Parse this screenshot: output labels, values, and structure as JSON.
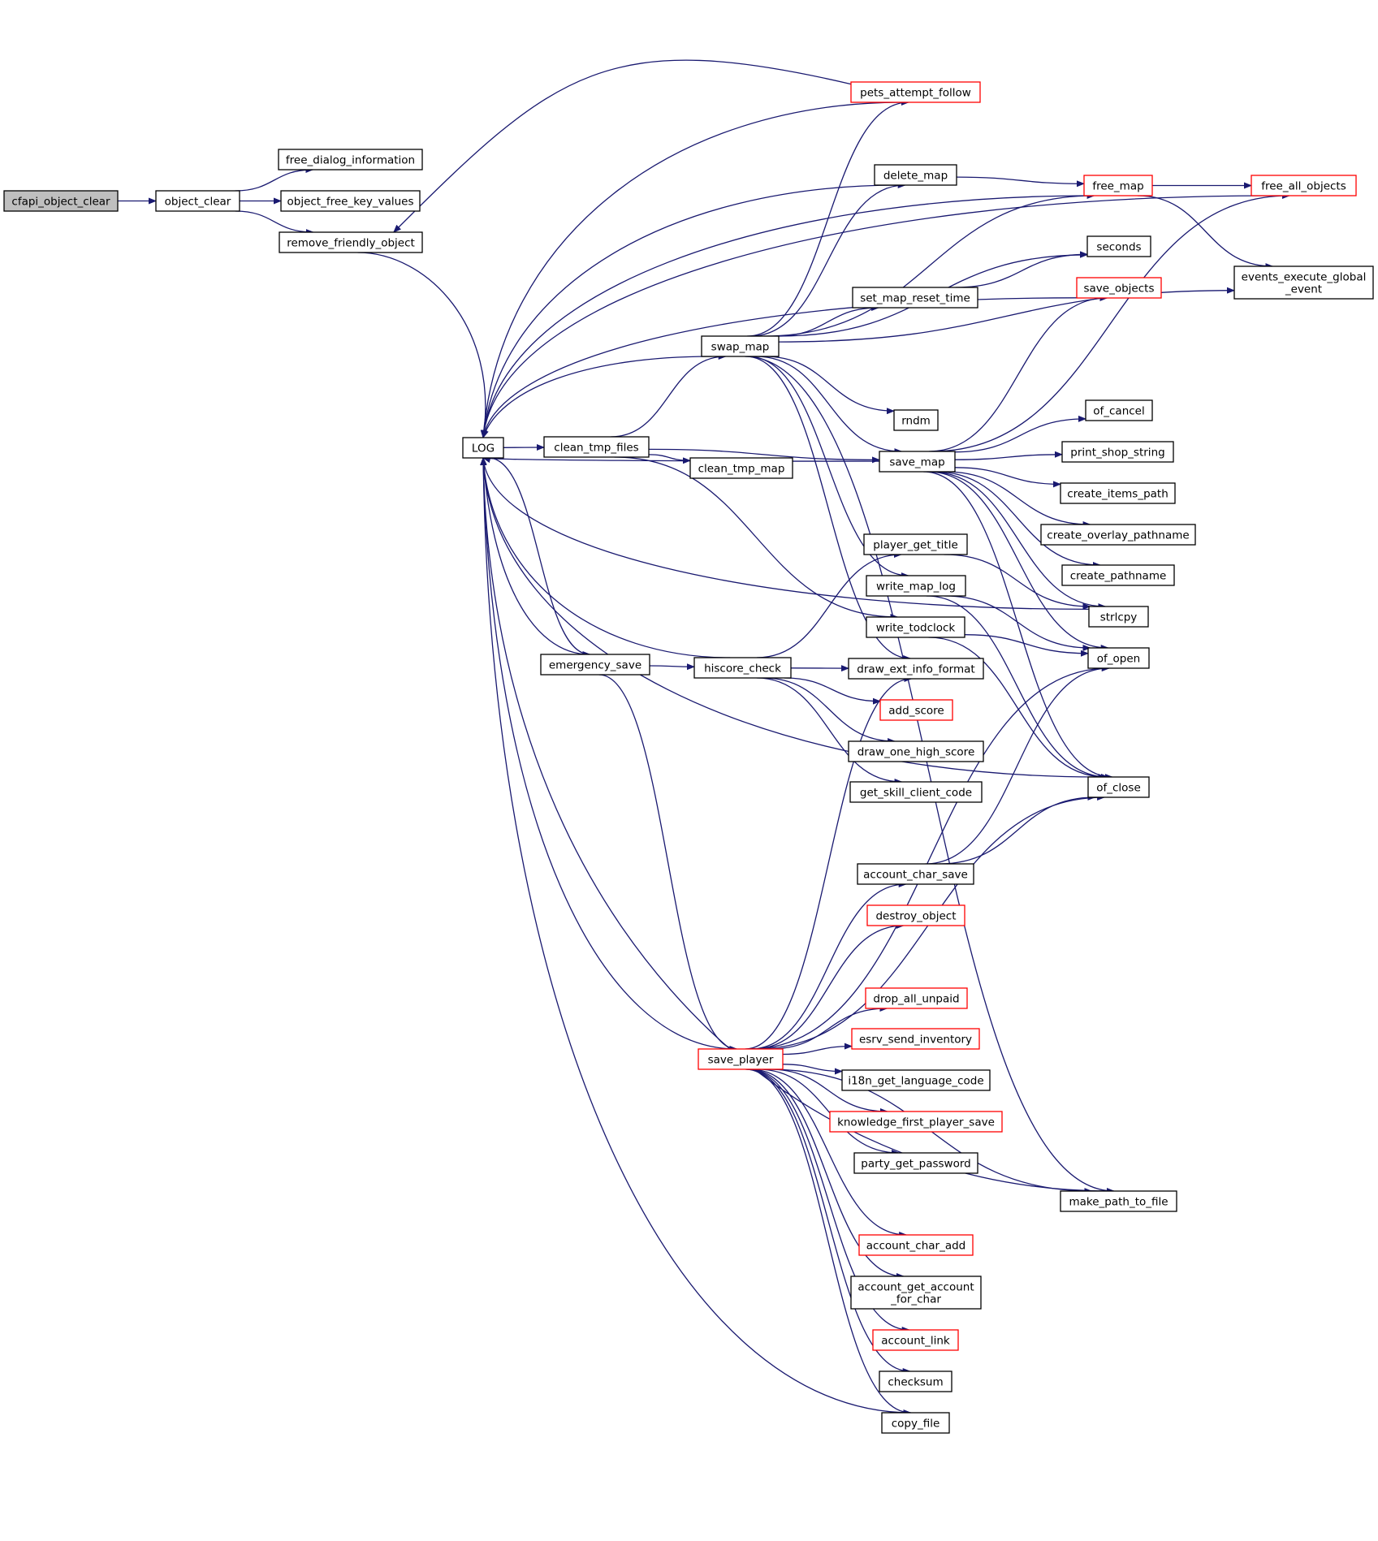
{
  "colors": {
    "edge": "#191970",
    "node_border_default": "#000000",
    "node_border_truncated": "#ff0000",
    "node_fill_default": "#ffffff",
    "node_fill_root": "#bfbfbf",
    "text": "#000000"
  },
  "nodes": [
    {
      "id": "cfapi_object_clear",
      "label": "cfapi_object_clear",
      "style": "root"
    },
    {
      "id": "object_clear",
      "label": "object_clear",
      "style": "normal"
    },
    {
      "id": "free_dialog_information",
      "label": "free_dialog_information",
      "style": "normal"
    },
    {
      "id": "object_free_key_values",
      "label": "object_free_key_values",
      "style": "normal"
    },
    {
      "id": "remove_friendly_object",
      "label": "remove_friendly_object",
      "style": "normal"
    },
    {
      "id": "LOG",
      "label": "LOG",
      "style": "normal"
    },
    {
      "id": "clean_tmp_files",
      "label": "clean_tmp_files",
      "style": "normal"
    },
    {
      "id": "clean_tmp_map",
      "label": "clean_tmp_map",
      "style": "normal"
    },
    {
      "id": "emergency_save",
      "label": "emergency_save",
      "style": "normal"
    },
    {
      "id": "hiscore_check",
      "label": "hiscore_check",
      "style": "normal"
    },
    {
      "id": "swap_map",
      "label": "swap_map",
      "style": "normal"
    },
    {
      "id": "save_player",
      "label": "save_player",
      "style": "truncated"
    },
    {
      "id": "pets_attempt_follow",
      "label": "pets_attempt_follow",
      "style": "truncated"
    },
    {
      "id": "delete_map",
      "label": "delete_map",
      "style": "normal"
    },
    {
      "id": "set_map_reset_time",
      "label": "set_map_reset_time",
      "style": "normal"
    },
    {
      "id": "rndm",
      "label": "rndm",
      "style": "normal"
    },
    {
      "id": "save_map",
      "label": "save_map",
      "style": "normal"
    },
    {
      "id": "player_get_title",
      "label": "player_get_title",
      "style": "normal"
    },
    {
      "id": "write_map_log",
      "label": "write_map_log",
      "style": "normal"
    },
    {
      "id": "write_todclock",
      "label": "write_todclock",
      "style": "normal"
    },
    {
      "id": "draw_ext_info_format",
      "label": "draw_ext_info_format",
      "style": "normal"
    },
    {
      "id": "add_score",
      "label": "add_score",
      "style": "truncated"
    },
    {
      "id": "draw_one_high_score",
      "label": "draw_one_high_score",
      "style": "normal"
    },
    {
      "id": "get_skill_client_code",
      "label": "get_skill_client_code",
      "style": "normal"
    },
    {
      "id": "account_char_save",
      "label": "account_char_save",
      "style": "normal"
    },
    {
      "id": "destroy_object",
      "label": "destroy_object",
      "style": "truncated"
    },
    {
      "id": "drop_all_unpaid",
      "label": "drop_all_unpaid",
      "style": "truncated"
    },
    {
      "id": "esrv_send_inventory",
      "label": "esrv_send_inventory",
      "style": "truncated"
    },
    {
      "id": "i18n_get_language_code",
      "label": "i18n_get_language_code",
      "style": "normal"
    },
    {
      "id": "knowledge_first_player_save",
      "label": "knowledge_first_player_save",
      "style": "truncated"
    },
    {
      "id": "party_get_password",
      "label": "party_get_password",
      "style": "normal"
    },
    {
      "id": "account_char_add",
      "label": "account_char_add",
      "style": "truncated"
    },
    {
      "id": "account_get_account_for_char",
      "label": [
        "account_get_account",
        "_for_char"
      ],
      "style": "normal"
    },
    {
      "id": "account_link",
      "label": "account_link",
      "style": "truncated"
    },
    {
      "id": "checksum",
      "label": "checksum",
      "style": "normal"
    },
    {
      "id": "copy_file",
      "label": "copy_file",
      "style": "normal"
    },
    {
      "id": "free_map",
      "label": "free_map",
      "style": "truncated"
    },
    {
      "id": "free_all_objects",
      "label": "free_all_objects",
      "style": "truncated"
    },
    {
      "id": "events_execute_global_event",
      "label": [
        "events_execute_global",
        "_event"
      ],
      "style": "normal"
    },
    {
      "id": "seconds",
      "label": "seconds",
      "style": "normal"
    },
    {
      "id": "save_objects",
      "label": "save_objects",
      "style": "truncated"
    },
    {
      "id": "of_cancel",
      "label": "of_cancel",
      "style": "normal"
    },
    {
      "id": "print_shop_string",
      "label": "print_shop_string",
      "style": "normal"
    },
    {
      "id": "create_items_path",
      "label": "create_items_path",
      "style": "normal"
    },
    {
      "id": "create_overlay_pathname",
      "label": "create_overlay_pathname",
      "style": "normal"
    },
    {
      "id": "create_pathname",
      "label": "create_pathname",
      "style": "normal"
    },
    {
      "id": "strlcpy",
      "label": "strlcpy",
      "style": "normal"
    },
    {
      "id": "of_open",
      "label": "of_open",
      "style": "normal"
    },
    {
      "id": "of_close",
      "label": "of_close",
      "style": "normal"
    },
    {
      "id": "make_path_to_file",
      "label": "make_path_to_file",
      "style": "normal"
    }
  ],
  "edges": [
    [
      "cfapi_object_clear",
      "object_clear"
    ],
    [
      "object_clear",
      "free_dialog_information"
    ],
    [
      "object_clear",
      "object_free_key_values"
    ],
    [
      "object_clear",
      "remove_friendly_object"
    ],
    [
      "remove_friendly_object",
      "LOG"
    ],
    [
      "pets_attempt_follow",
      "remove_friendly_object"
    ],
    [
      "LOG",
      "clean_tmp_files"
    ],
    [
      "LOG",
      "emergency_save"
    ],
    [
      "clean_tmp_files",
      "swap_map"
    ],
    [
      "clean_tmp_files",
      "clean_tmp_map"
    ],
    [
      "clean_tmp_files",
      "save_map"
    ],
    [
      "clean_tmp_files",
      "write_todclock"
    ],
    [
      "emergency_save",
      "hiscore_check"
    ],
    [
      "emergency_save",
      "save_player"
    ],
    [
      "hiscore_check",
      "player_get_title"
    ],
    [
      "hiscore_check",
      "draw_ext_info_format"
    ],
    [
      "hiscore_check",
      "add_score"
    ],
    [
      "hiscore_check",
      "draw_one_high_score"
    ],
    [
      "hiscore_check",
      "get_skill_client_code"
    ],
    [
      "swap_map",
      "pets_attempt_follow"
    ],
    [
      "swap_map",
      "delete_map"
    ],
    [
      "swap_map",
      "free_map"
    ],
    [
      "swap_map",
      "set_map_reset_time"
    ],
    [
      "swap_map",
      "seconds"
    ],
    [
      "swap_map",
      "events_execute_global_event"
    ],
    [
      "swap_map",
      "rndm"
    ],
    [
      "swap_map",
      "save_map"
    ],
    [
      "swap_map",
      "write_map_log"
    ],
    [
      "swap_map",
      "draw_ext_info_format"
    ],
    [
      "swap_map",
      "make_path_to_file"
    ],
    [
      "delete_map",
      "free_map"
    ],
    [
      "free_map",
      "free_all_objects"
    ],
    [
      "free_map",
      "events_execute_global_event"
    ],
    [
      "set_map_reset_time",
      "seconds"
    ],
    [
      "save_map",
      "free_all_objects"
    ],
    [
      "save_map",
      "save_objects"
    ],
    [
      "save_map",
      "of_cancel"
    ],
    [
      "save_map",
      "print_shop_string"
    ],
    [
      "save_map",
      "create_items_path"
    ],
    [
      "save_map",
      "create_overlay_pathname"
    ],
    [
      "save_map",
      "create_pathname"
    ],
    [
      "save_map",
      "strlcpy"
    ],
    [
      "save_map",
      "of_open"
    ],
    [
      "save_map",
      "of_close"
    ],
    [
      "player_get_title",
      "strlcpy"
    ],
    [
      "write_map_log",
      "of_open"
    ],
    [
      "write_map_log",
      "of_close"
    ],
    [
      "write_todclock",
      "of_open"
    ],
    [
      "write_todclock",
      "of_close"
    ],
    [
      "save_player",
      "draw_ext_info_format"
    ],
    [
      "save_player",
      "account_char_save"
    ],
    [
      "save_player",
      "destroy_object"
    ],
    [
      "save_player",
      "drop_all_unpaid"
    ],
    [
      "save_player",
      "esrv_send_inventory"
    ],
    [
      "save_player",
      "i18n_get_language_code"
    ],
    [
      "save_player",
      "knowledge_first_player_save"
    ],
    [
      "save_player",
      "party_get_password"
    ],
    [
      "save_player",
      "make_path_to_file"
    ],
    [
      "save_player",
      "account_char_add"
    ],
    [
      "save_player",
      "account_get_account_for_char"
    ],
    [
      "save_player",
      "account_link"
    ],
    [
      "save_player",
      "checksum"
    ],
    [
      "save_player",
      "copy_file"
    ],
    [
      "save_player",
      "of_open"
    ],
    [
      "save_player",
      "of_close"
    ],
    [
      "account_char_save",
      "of_open"
    ],
    [
      "account_char_save",
      "of_close"
    ],
    [
      "pets_attempt_follow",
      "LOG"
    ],
    [
      "free_map",
      "LOG"
    ],
    [
      "free_all_objects",
      "LOG"
    ],
    [
      "delete_map",
      "LOG"
    ],
    [
      "save_objects",
      "LOG"
    ],
    [
      "swap_map",
      "LOG"
    ],
    [
      "save_map",
      "LOG"
    ],
    [
      "strlcpy",
      "LOG"
    ],
    [
      "emergency_save",
      "LOG"
    ],
    [
      "hiscore_check",
      "LOG"
    ],
    [
      "save_player",
      "LOG"
    ],
    [
      "copy_file",
      "LOG"
    ],
    [
      "of_close",
      "LOG"
    ],
    [
      "make_path_to_file",
      "LOG"
    ]
  ]
}
